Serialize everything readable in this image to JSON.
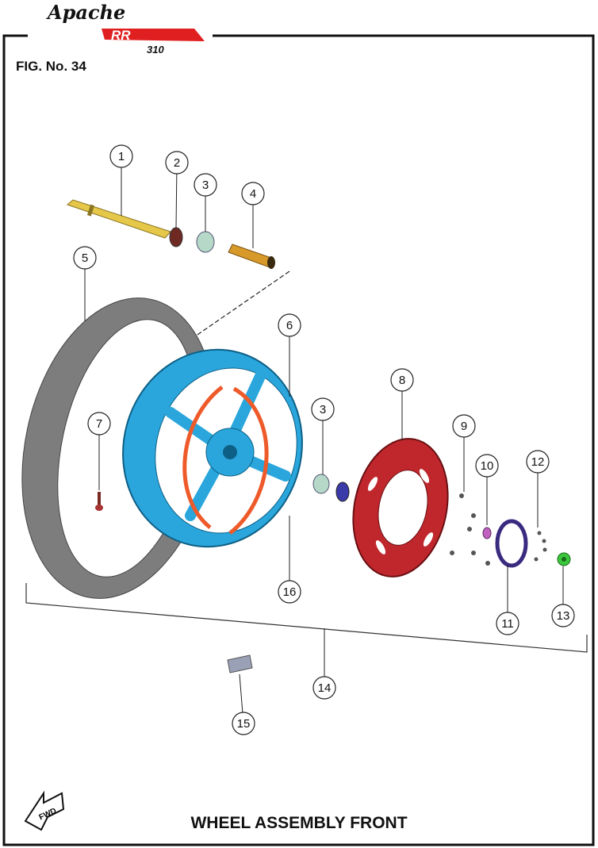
{
  "logo": {
    "brand": "Apache",
    "model": "RR",
    "number": "310"
  },
  "figure_label": "FIG. No. 34",
  "title": "WHEEL ASSEMBLY FRONT",
  "direction_label": "FWD",
  "callouts": [
    "1",
    "2",
    "3",
    "4",
    "5",
    "6",
    "7",
    "3",
    "8",
    "9",
    "10",
    "12",
    "16",
    "11",
    "13",
    "14",
    "15"
  ],
  "colors": {
    "wheel": "#2aa6dc",
    "disc": "#c0272d",
    "tire": "#8a8a8a",
    "axle": "#e0c340",
    "logo_red": "#e02020"
  }
}
